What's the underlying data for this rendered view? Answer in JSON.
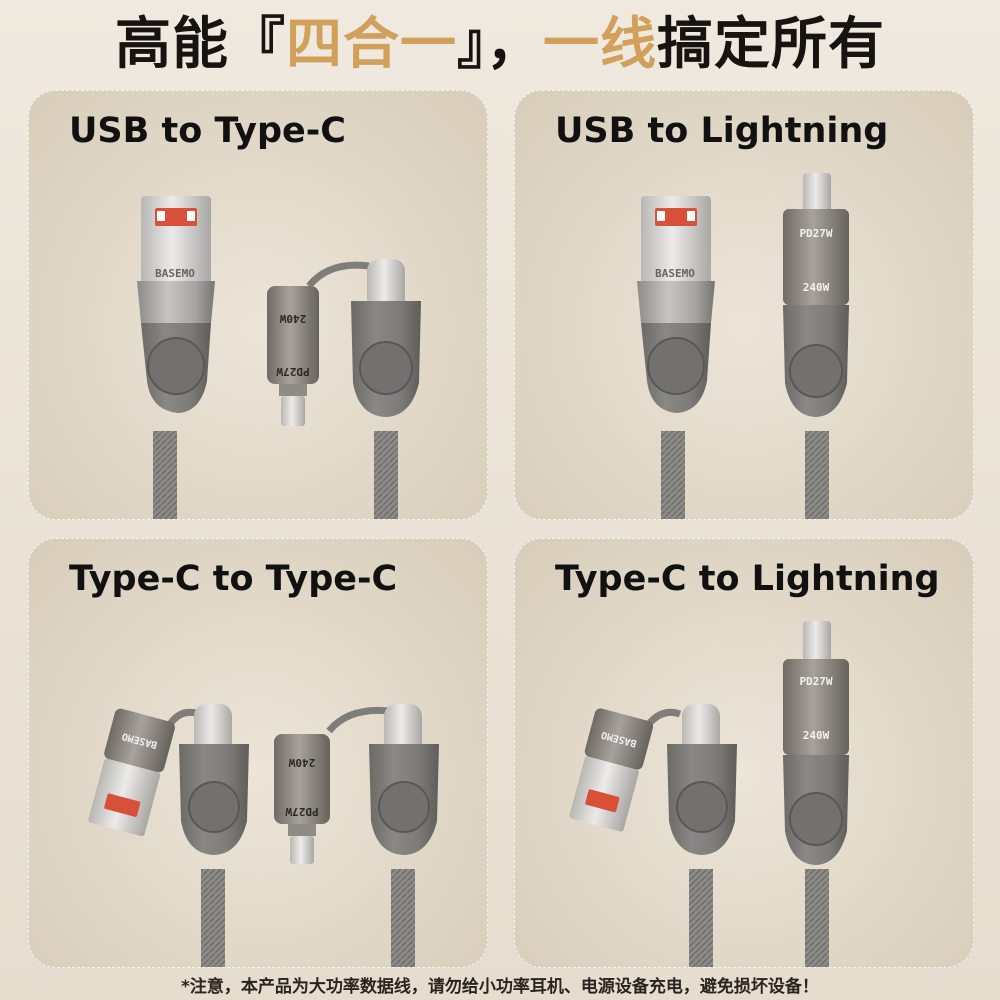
{
  "headline": {
    "prefix": "高能『",
    "highlight1": "四合一",
    "middle": "』，",
    "highlight2": "一线",
    "suffix": "搞定所有"
  },
  "panels": [
    {
      "title": "USB to Type-C"
    },
    {
      "title": "USB to Lightning"
    },
    {
      "title": "Type-C to Type-C"
    },
    {
      "title": "Type-C to Lightning"
    }
  ],
  "product": {
    "brand": "BASEMO",
    "adapter_power_label": "240W",
    "adapter_pd_label": "PD27W"
  },
  "colors": {
    "highlight": "#d1a15c",
    "connector_gray": "#7c7a77",
    "usb_tongue": "#d8503a"
  },
  "footnote": "*注意，本产品为大功率数据线，请勿给小功率耳机、电源设备充电，避免损坏设备！"
}
